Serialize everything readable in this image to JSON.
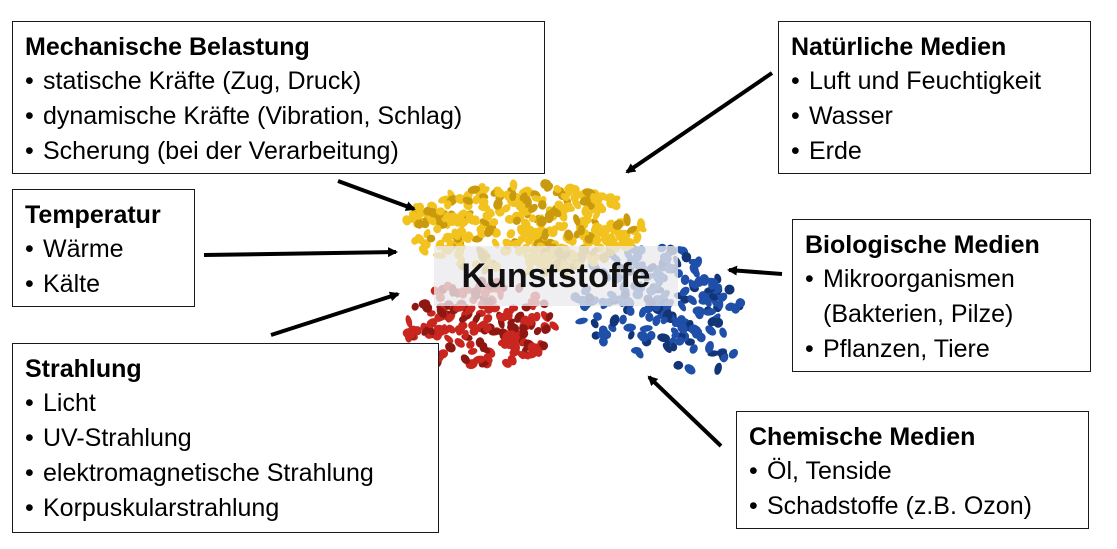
{
  "center": {
    "label": "Kunststoffe"
  },
  "boxes": {
    "mechanical": {
      "title": "Mechanische Belastung",
      "items": [
        "statische Kräfte (Zug, Druck)",
        "dynamische Kräfte (Vibration, Schlag)",
        "Scherung (bei der Verarbeitung)"
      ]
    },
    "temperature": {
      "title": "Temperatur",
      "items": [
        "Wärme",
        "Kälte"
      ]
    },
    "radiation": {
      "title": "Strahlung",
      "items": [
        "Licht",
        "UV-Strahlung",
        "elektromagnetische Strahlung",
        "Korpuskularstrahlung"
      ]
    },
    "natural": {
      "title": "Natürliche Medien",
      "items": [
        "Luft und Feuchtigkeit",
        "Wasser",
        "Erde"
      ]
    },
    "biological": {
      "title": "Biologische Medien",
      "items": [
        "Mikroorganismen",
        "(Bakterien, Pilze)",
        "Pflanzen, Tiere"
      ]
    },
    "chemical": {
      "title": "Chemische Medien",
      "items": [
        "Öl, Tenside",
        "Schadstoffe (z.B. Ozon)"
      ]
    }
  },
  "bullet": "•",
  "colors": {
    "granule_yellow": "#f2c21f",
    "granule_red": "#c8261f",
    "granule_blue": "#1f4fa8",
    "arrow": "#000000"
  }
}
